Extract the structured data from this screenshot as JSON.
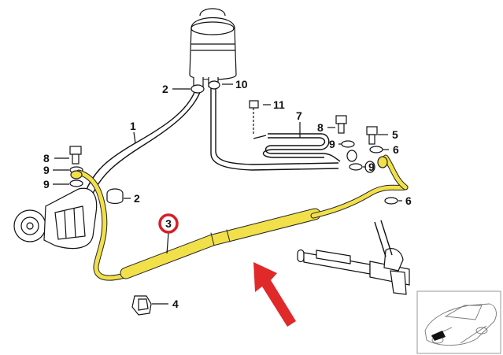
{
  "colors": {
    "highlight": "#f2e04a",
    "callout_ring": "#d4202a",
    "arrow": "#e02a2a",
    "ink": "#111111"
  },
  "callouts": {
    "c1": "1",
    "c2a": "2",
    "c2b": "2",
    "c3": "3",
    "c4": "4",
    "c5": "5",
    "c6a": "6",
    "c6b": "6",
    "c7": "7",
    "c8a": "8",
    "c8b": "8",
    "c9a": "9",
    "c9b": "9",
    "c9c": "9",
    "c9d": "9",
    "c10": "10",
    "c11": "11"
  },
  "selected_part": "3"
}
